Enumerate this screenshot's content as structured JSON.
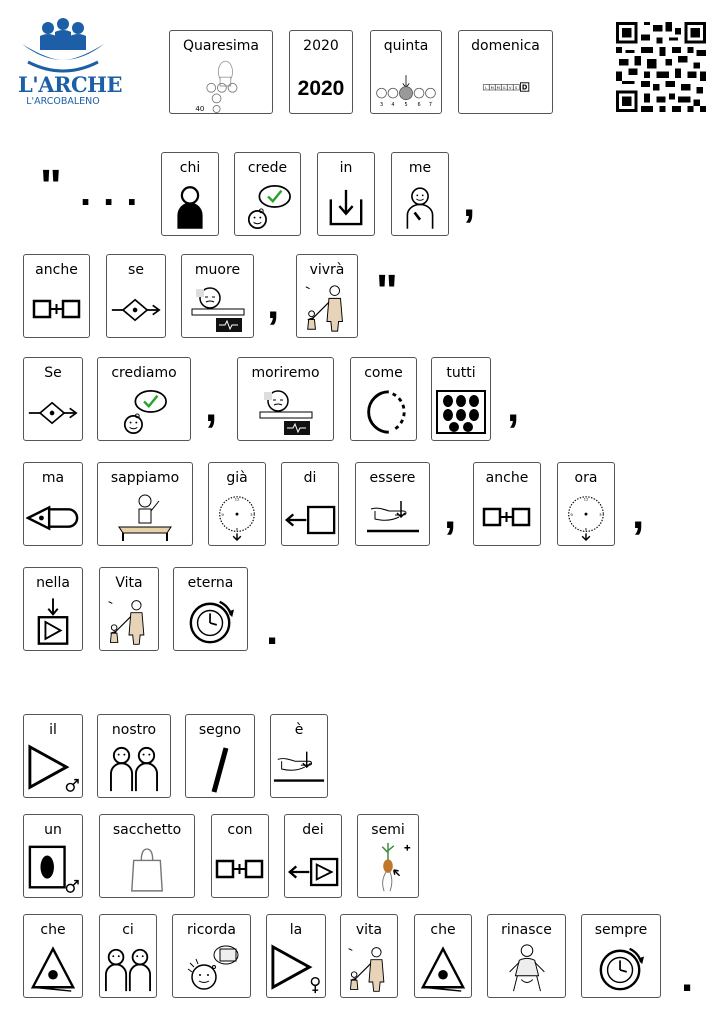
{
  "logo": {
    "line1": "L'ARCHE",
    "line2": "L'ARCOBALENO"
  },
  "header": {
    "cards": [
      {
        "label": "Quaresima",
        "icon": "lent-icon"
      },
      {
        "label": "2020",
        "big": "2020"
      },
      {
        "label": "quinta",
        "icon": "fifth-icon"
      },
      {
        "label": "domenica",
        "icon": "sunday-icon"
      }
    ]
  },
  "qr": {
    "icon": "qr-code-icon"
  },
  "punct": {
    "open_quote": "\"",
    "ellipsis": "...",
    "comma": ",",
    "close_quote": "\"",
    "period": "."
  },
  "rows": {
    "r1": [
      "chi",
      "crede",
      "in",
      "me"
    ],
    "r2": [
      "anche",
      "se",
      "muore",
      "vivrà"
    ],
    "r3": [
      "Se",
      "crediamo",
      "moriremo",
      "come",
      "tutti"
    ],
    "r4": [
      "ma",
      "sappiamo",
      "già",
      "di",
      "essere",
      "anche",
      "ora"
    ],
    "r5": [
      "nella",
      "Vita",
      "eterna"
    ],
    "r6": [
      "il",
      "nostro",
      "segno",
      "è"
    ],
    "r7": [
      "un",
      "sacchetto",
      "con",
      "dei",
      "semi"
    ],
    "r8": [
      "che",
      "ci",
      "ricorda",
      "la",
      "vita",
      "che",
      "rinasce",
      "sempre"
    ]
  }
}
